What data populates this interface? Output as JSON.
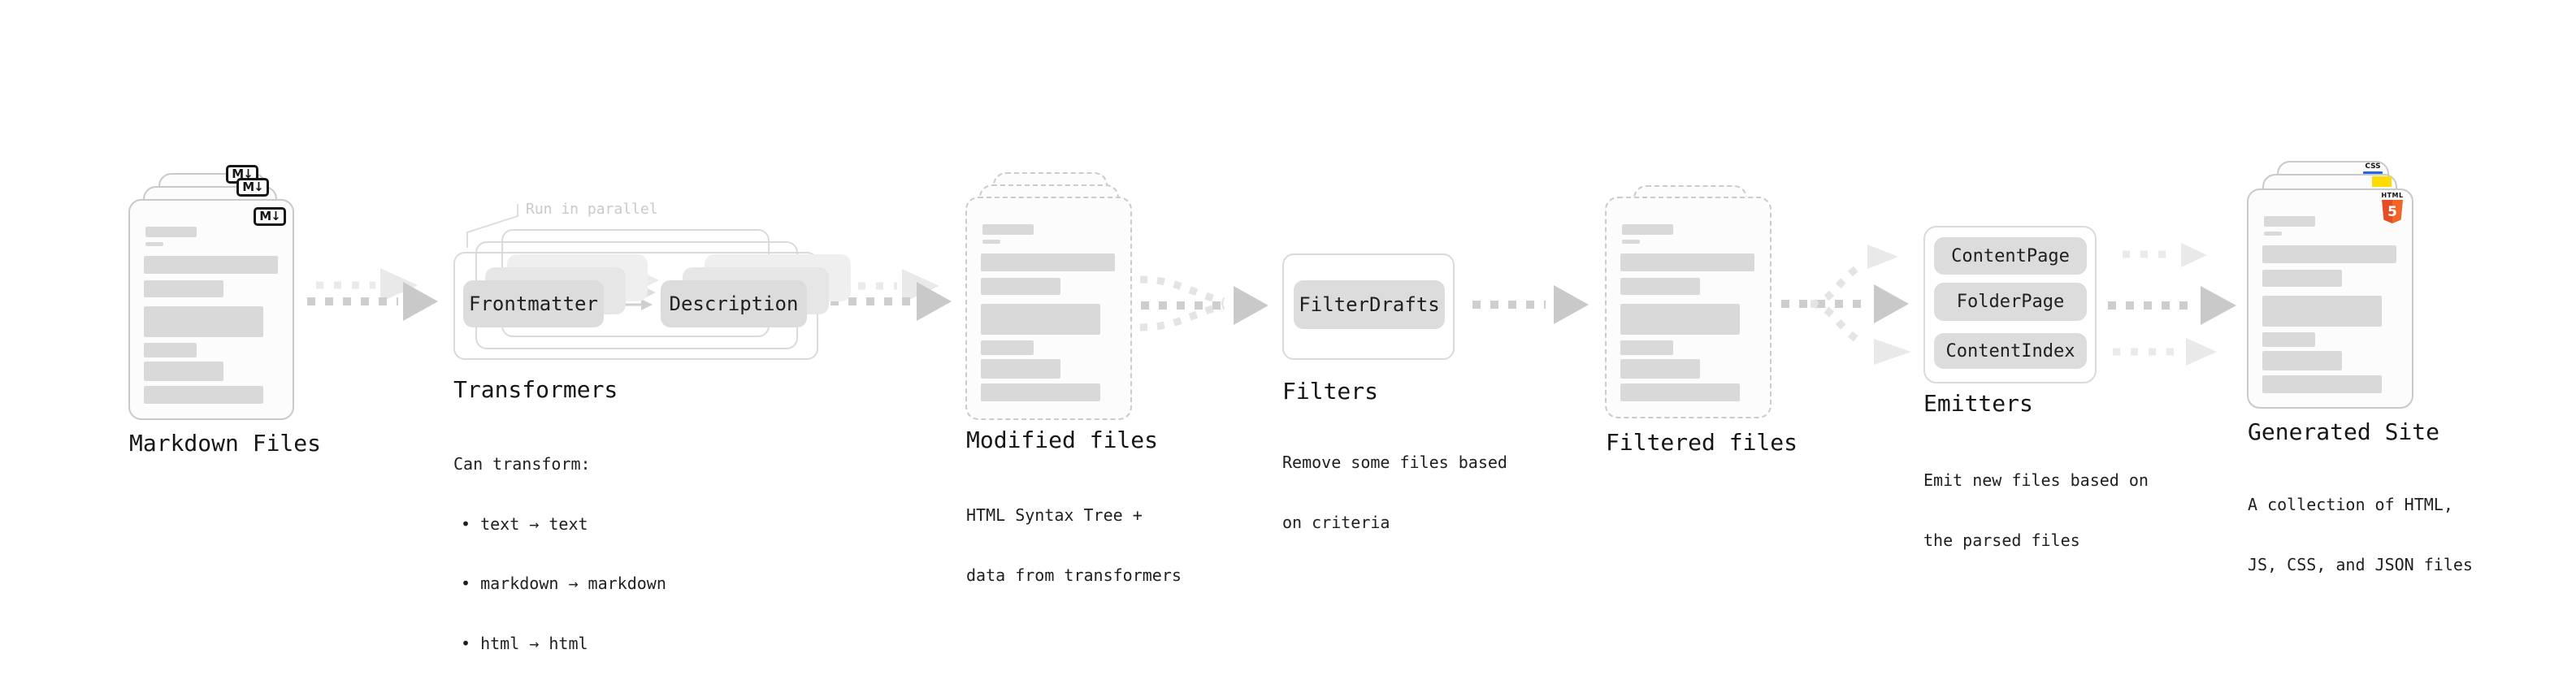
{
  "stages": {
    "markdown": {
      "label": "Markdown Files",
      "badge": "M↓"
    },
    "transformers": {
      "label": "Transformers",
      "annotation": "Run in parallel",
      "node1": "Frontmatter",
      "node2": "Description",
      "desc_line1": "Can transform:",
      "desc_line2": "• text → text",
      "desc_line3": "• markdown → markdown",
      "desc_line4": "• html → html"
    },
    "modified": {
      "label": "Modified files",
      "desc_line1": "HTML Syntax Tree +",
      "desc_line2": "data from transformers"
    },
    "filters": {
      "label": "Filters",
      "node1": "FilterDrafts",
      "desc_line1": "Remove some files based",
      "desc_line2": "on criteria"
    },
    "filtered": {
      "label": "Filtered files"
    },
    "emitters": {
      "label": "Emitters",
      "node1": "ContentPage",
      "node2": "FolderPage",
      "node3": "ContentIndex",
      "desc_line1": "Emit new files based on",
      "desc_line2": "the parsed files"
    },
    "generated": {
      "label": "Generated Site",
      "desc_line1": "A collection of HTML,",
      "desc_line2": "JS, CSS, and JSON files",
      "css_icon_label": "CSS",
      "html_icon_label": "HTML",
      "html_icon_number": "5"
    }
  },
  "colors": {
    "html5_orange": "#e44d26",
    "html5_orange_light": "#f16529",
    "css_blue": "#2b62e9",
    "js_yellow": "#ffdc00",
    "node_fill": "#dcdcdc",
    "bar_fill": "#d9d9d9",
    "arrow_dark": "#cecece",
    "arrow_light": "#eaeaea"
  }
}
